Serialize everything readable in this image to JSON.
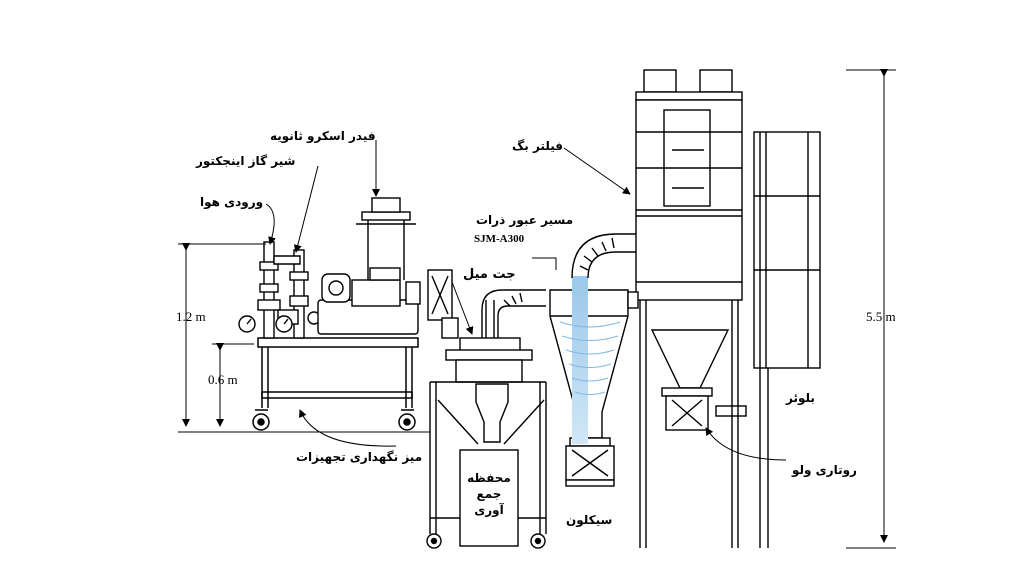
{
  "labels": {
    "screw_feeder": "فیدر اسکرو ثانویه",
    "gas_valve": "شیر گاز اینجکتور",
    "air_inlet": "ورودی هوا",
    "bag_filter": "فیلتر بگ",
    "particle_path": "مسیر عبور ذرات",
    "model": "SJM-A300",
    "jet_mill": "جت میل",
    "blower": "بلوئر",
    "rotary_valve": "روتاری ولو",
    "equipment_table": "میز نگهداری تجهیزات",
    "collection_chamber_l1": "محفظه",
    "collection_chamber_l2": "جمع",
    "collection_chamber_l3": "آوری",
    "cyclone": "سیکلون"
  },
  "dimensions": {
    "table_height": "1.2 m",
    "leg_height": "0.6 m",
    "total_height": "5.5 m"
  },
  "colors": {
    "line": "#000000",
    "particle_stream": "#7fb8e0"
  }
}
